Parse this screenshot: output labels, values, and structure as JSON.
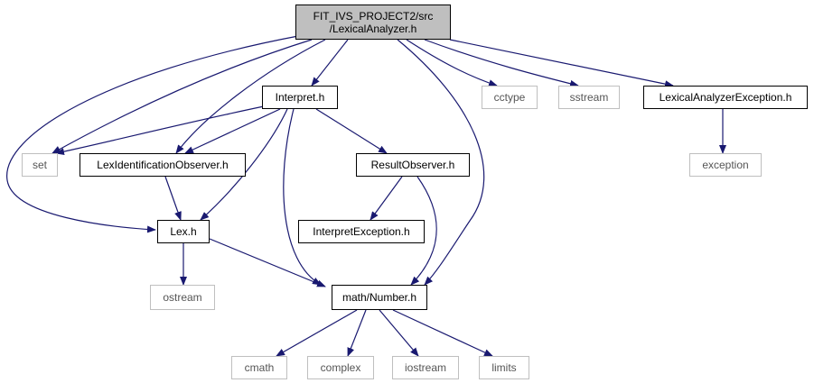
{
  "colors": {
    "edge": "#191970",
    "root_fill": "#bfbfbf",
    "node_border": "#000000",
    "external_border": "#bfbfbf"
  },
  "nodes": {
    "root": {
      "line1": "FIT_IVS_PROJECT2/src",
      "line2": "/LexicalAnalyzer.h"
    },
    "interpret": {
      "label": "Interpret.h"
    },
    "cctype": {
      "label": "cctype"
    },
    "sstream": {
      "label": "sstream"
    },
    "lae": {
      "label": "LexicalAnalyzerException.h"
    },
    "set": {
      "label": "set"
    },
    "lio": {
      "label": "LexIdentificationObserver.h"
    },
    "result": {
      "label": "ResultObserver.h"
    },
    "exception": {
      "label": "exception"
    },
    "interpretexc": {
      "label": "InterpretException.h"
    },
    "lex": {
      "label": "Lex.h"
    },
    "ostream": {
      "label": "ostream"
    },
    "number": {
      "label": "math/Number.h"
    },
    "cmath": {
      "label": "cmath"
    },
    "complex": {
      "label": "complex"
    },
    "iostream": {
      "label": "iostream"
    },
    "limits": {
      "label": "limits"
    }
  }
}
